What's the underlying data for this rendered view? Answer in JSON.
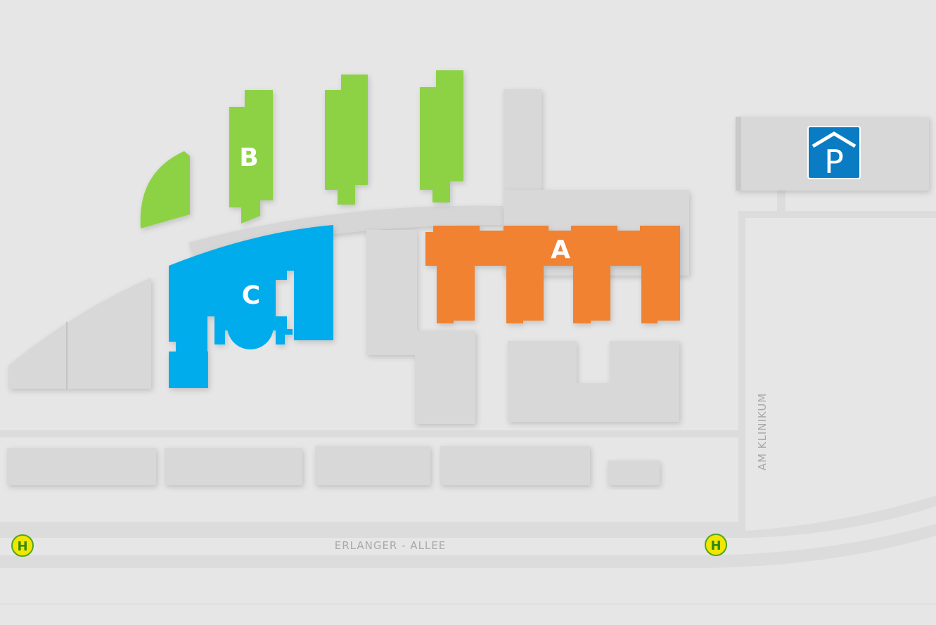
{
  "buildings": {
    "a": {
      "label": "A",
      "color": "#f08232"
    },
    "b": {
      "label": "B",
      "color": "#8dd244"
    },
    "c": {
      "label": "C",
      "color": "#00acec"
    }
  },
  "streets": {
    "main": "ERLANGER - ALLEE",
    "side": "AM KLINIKUM"
  },
  "parking": {
    "letter": "P",
    "icon": "parking-garage-icon",
    "color": "#0a7cc4"
  },
  "bus_stops": {
    "letter": "H",
    "icon": "bus-stop-icon",
    "ring_color": "#4aa81e",
    "fill_color": "#f2e600",
    "letter_color": "#2f8a12"
  },
  "palette": {
    "ground": "#e6e6e6",
    "road": "#dcdcdc",
    "neutral_building": "#d8d8d8"
  }
}
